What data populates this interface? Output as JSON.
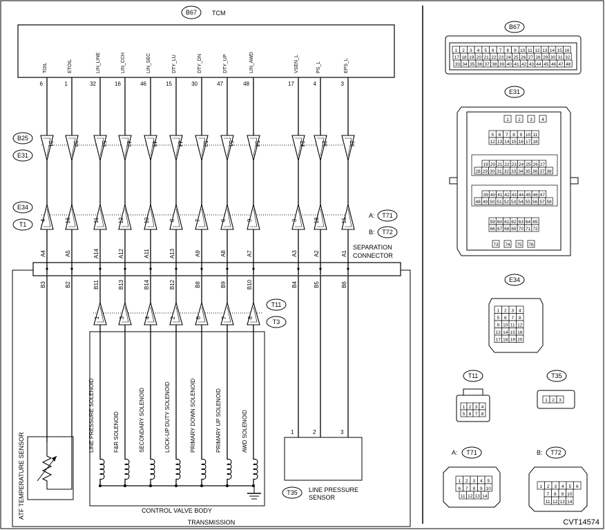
{
  "tcm": {
    "connector": "B67",
    "name": "TCM"
  },
  "signals": [
    {
      "name": "TOIL",
      "tcm_pin": "6",
      "b25": "31",
      "e34": "4",
      "sep_top": "A4",
      "sep_bot": "B3"
    },
    {
      "name": "ETOIL",
      "tcm_pin": "1",
      "b25": "32",
      "e34": "16",
      "sep_top": "A5",
      "sep_bot": "B2"
    },
    {
      "name": "LIN_LINE",
      "tcm_pin": "32",
      "b25": "53",
      "e34": "11",
      "sep_top": "A14",
      "sep_bot": "B11",
      "t11": "1"
    },
    {
      "name": "LIN_CCH",
      "tcm_pin": "16",
      "b25": "42",
      "e34": "12",
      "sep_top": "A12",
      "sep_bot": "B13",
      "t11": "3"
    },
    {
      "name": "LIN_SEC",
      "tcm_pin": "46",
      "b25": "43",
      "e34": "10",
      "sep_top": "A11",
      "sep_bot": "B14",
      "t11": "4"
    },
    {
      "name": "DTY_LU",
      "tcm_pin": "15",
      "b25": "44",
      "e34": "8",
      "sep_top": "A13",
      "sep_bot": "B12",
      "t11": "2"
    },
    {
      "name": "DTY_DN",
      "tcm_pin": "30",
      "b25": "52",
      "e34": "7",
      "sep_top": "A9",
      "sep_bot": "B8",
      "t11": "6"
    },
    {
      "name": "DTY_UP",
      "tcm_pin": "47",
      "b25": "51",
      "e34": "6",
      "sep_top": "A8",
      "sep_bot": "B9",
      "t11": "7"
    },
    {
      "name": "LIN_AWD",
      "tcm_pin": "48",
      "b25": "54",
      "e34": "9",
      "sep_top": "A7",
      "sep_bot": "B10",
      "t11": "8"
    },
    {
      "name": "VSEN_L",
      "tcm_pin": "17",
      "b25": "24",
      "e34": "3",
      "sep_top": "A3",
      "sep_bot": "B4",
      "t35": "1"
    },
    {
      "name": "PS_L",
      "tcm_pin": "4",
      "b25": "25",
      "e34": "18",
      "sep_top": "A2",
      "sep_bot": "B5",
      "t35": "2"
    },
    {
      "name": "EPS_L",
      "tcm_pin": "3",
      "b25": "26",
      "e34": "15",
      "sep_top": "A1",
      "sep_bot": "B6",
      "t35": "3"
    }
  ],
  "connector_labels": {
    "b25": "B25",
    "e31": "E31",
    "e34": "E34",
    "t1": "T1",
    "a_prefix": "A:",
    "a_conn": "T71",
    "b_prefix": "B:",
    "b_conn": "T72",
    "t11": "T11",
    "t3": "T3",
    "t35": "T35"
  },
  "separation_connector": [
    "SEPARATION",
    "CONNECTOR"
  ],
  "solenoids": [
    "LINE PRESSURE SOLENOID",
    "F&R SOLENOID",
    "SECONDARY SOLENOID",
    "LOCK-UP DUTY SOLENOID",
    "PRIMARY DOWN SOLENOID",
    "PRIMARY UP SOLENOID",
    "AWD SOLENOID"
  ],
  "atf_sensor": "ATF TEMPERATURE SENSOR",
  "line_pressure_sensor": [
    "LINE PRESSURE",
    "SENSOR"
  ],
  "control_valve_body": "CONTROL VALVE BODY",
  "transmission": "TRANSMISSION",
  "figure_code": "CVT14574",
  "connector_views": {
    "b67": {
      "label": "B67",
      "rows": [
        [
          "1",
          "2",
          "3",
          "4",
          "5",
          "6",
          "7",
          "8",
          "9",
          "10",
          "11",
          "12",
          "13",
          "14",
          "15",
          "16"
        ],
        [
          "17",
          "18",
          "19",
          "20",
          "21",
          "22",
          "23",
          "24",
          "25",
          "26",
          "27",
          "28",
          "29",
          "30",
          "31",
          "32"
        ],
        [
          "33",
          "34",
          "35",
          "36",
          "37",
          "38",
          "39",
          "40",
          "41",
          "42",
          "43",
          "44",
          "45",
          "46",
          "47",
          "48"
        ]
      ]
    },
    "e31": {
      "label": "E31",
      "rows": [
        [
          "1",
          "2",
          "3",
          "4"
        ],
        [
          "5",
          "6",
          "7",
          "8",
          "9",
          "10",
          "11"
        ],
        [
          "12",
          "13",
          "14",
          "15",
          "16",
          "17",
          "18"
        ],
        [
          "19",
          "20",
          "21",
          "22",
          "23",
          "24",
          "25",
          "26",
          "27"
        ],
        [
          "28",
          "29",
          "30",
          "31",
          "32",
          "33",
          "34",
          "35",
          "36",
          "37",
          "38"
        ],
        [
          "39",
          "40",
          "41",
          "42",
          "43",
          "44",
          "45",
          "46",
          "47"
        ],
        [
          "48",
          "49",
          "50",
          "51",
          "52",
          "53",
          "54",
          "55",
          "56",
          "57",
          "58"
        ],
        [
          "59",
          "60",
          "61",
          "62",
          "63",
          "64",
          "65"
        ],
        [
          "66",
          "67",
          "68",
          "69",
          "70",
          "71",
          "72"
        ],
        [
          "73",
          "74",
          "75",
          "76"
        ]
      ]
    },
    "e34": {
      "label": "E34",
      "rows": [
        [
          "1",
          "2",
          "3",
          "4"
        ],
        [
          "5",
          "6",
          "7",
          "8"
        ],
        [
          "9",
          "10",
          "11",
          "12"
        ],
        [
          "13",
          "14",
          "15",
          "16"
        ],
        [
          "17",
          "18",
          "19",
          "20"
        ]
      ]
    },
    "t11": {
      "label": "T11",
      "rows": [
        [
          "1",
          "2",
          "3",
          "4"
        ],
        [
          "5",
          "6",
          "7",
          "8"
        ]
      ]
    },
    "t35": {
      "label": "T35",
      "rows": [
        [
          "1",
          "2",
          "3"
        ]
      ]
    },
    "t71": {
      "label": "T71",
      "prefix": "A:",
      "rows": [
        [
          "1",
          "2",
          "3",
          "4",
          "5"
        ],
        [
          "6",
          "7",
          "8",
          "9",
          "10"
        ],
        [
          "11",
          "12",
          "13",
          "14"
        ]
      ]
    },
    "t72": {
      "label": "T72",
      "prefix": "B:",
      "rows": [
        [
          "1",
          "2",
          "3",
          "4",
          "5",
          "6"
        ],
        [
          "7",
          "8",
          "9",
          "10"
        ],
        [
          "11",
          "12",
          "13",
          "14"
        ]
      ]
    }
  }
}
